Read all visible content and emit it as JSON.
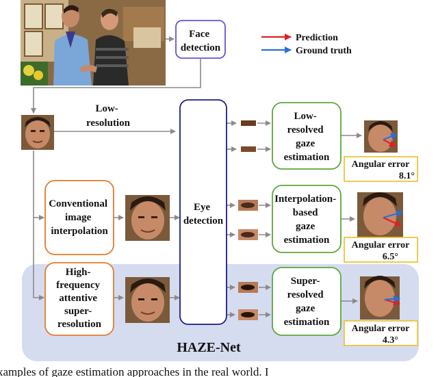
{
  "legend": {
    "prediction": "Prediction",
    "ground_truth": "Ground truth"
  },
  "colors": {
    "face_box": "#6a4fd6",
    "eye_box": "#1c1c7a",
    "gaze_box": "#5aa83a",
    "sr_box": "#e8792a",
    "error_box": "#f2c23a",
    "haze_bg": "#d5dcf0",
    "arrow_red": "#e02020",
    "arrow_blue": "#2a6ee0"
  },
  "nodes": {
    "face_detection": [
      "Face",
      "detection"
    ],
    "low_resolution": [
      "Low-",
      "resolution"
    ],
    "eye_detection": [
      "Eye",
      "detection"
    ],
    "conventional": [
      "Conventional",
      "image",
      "interpolation"
    ],
    "high_frequency": [
      "High-",
      "frequency",
      "attentive",
      "super-",
      "resolution"
    ],
    "low_gaze": [
      "Low-",
      "resolved",
      "gaze",
      "estimation"
    ],
    "interp_gaze": [
      "Interpolation-",
      "based",
      "gaze",
      "estimation"
    ],
    "super_gaze": [
      "Super-",
      "resolved",
      "gaze",
      "estimation"
    ]
  },
  "errors": {
    "label": "Angular  error",
    "low": "8.1°",
    "interp": "6.5°",
    "super": "4.3°"
  },
  "haze_net": "HAZE-Net",
  "caption": "xamples  of  gaze  estimation  approaches  in  the  real  world.  I"
}
